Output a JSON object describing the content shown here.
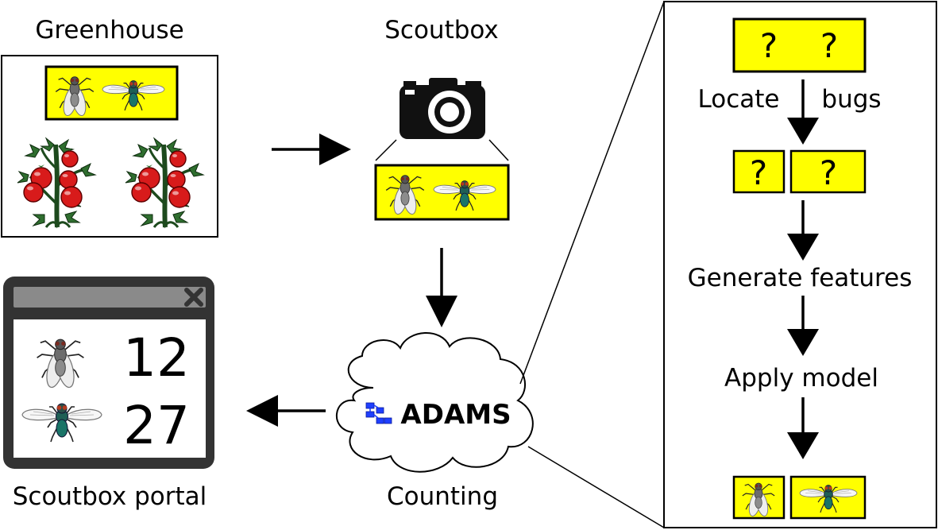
{
  "labels": {
    "greenhouse": "Greenhouse",
    "scoutbox": "Scoutbox",
    "portal": "Scoutbox portal",
    "counting": "Counting",
    "adams": "ADAMS"
  },
  "portal_counts": {
    "housefly": "12",
    "greenbottle": "27"
  },
  "pipeline": {
    "unknown_mark": "?",
    "locate_left": "Locate",
    "locate_right": "bugs",
    "generate": "Generate features",
    "apply": "Apply model"
  },
  "colors": {
    "trap_yellow": "#ffff00",
    "tomato_red": "#d81b1b",
    "leaf_green": "#1d4a1d",
    "portal_frame": "#333333",
    "portal_titlebar": "#8a8a8a",
    "adams_logo_blue": "#1f3fff"
  },
  "icons": [
    "housefly-icon",
    "greenbottle-fly-icon",
    "tomato-plant-icon",
    "camera-icon",
    "cloud-icon",
    "close-icon",
    "adams-logo-icon"
  ]
}
